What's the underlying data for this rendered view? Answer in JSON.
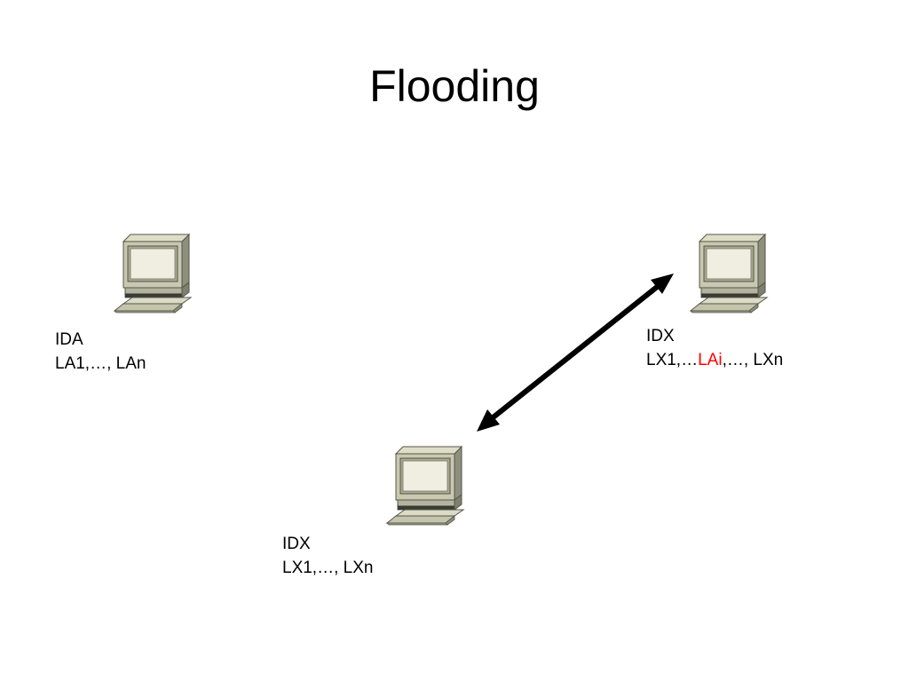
{
  "slide": {
    "title": "Flooding"
  },
  "nodes": [
    {
      "id_label": "IDA",
      "list_label": "LA1,…, LAn"
    },
    {
      "id_label": "IDX",
      "list_prefix": "LX1,…",
      "list_highlight": "LAi",
      "list_suffix": ",…, LXn"
    },
    {
      "id_label": "IDX",
      "list_label": "LX1,…, LXn"
    }
  ],
  "icons": {
    "computer": "computer-icon",
    "link": "double-headed-arrow"
  },
  "colors": {
    "highlight": "#ff0000",
    "monitor_body": "#c8c8b0",
    "monitor_dark": "#8a8a78",
    "screen_face": "#ecebdc",
    "arrow": "#000000"
  }
}
